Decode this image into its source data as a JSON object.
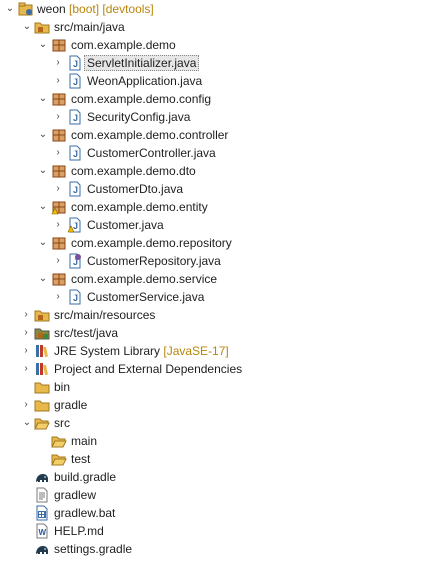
{
  "project": {
    "name": "weon",
    "decorations": "[boot] [devtools]"
  },
  "tree": {
    "src_main_java": "src/main/java",
    "pkg_demo": "com.example.demo",
    "file_servlet": "ServletInitializer.java",
    "file_weonapp": "WeonApplication.java",
    "pkg_config": "com.example.demo.config",
    "file_security": "SecurityConfig.java",
    "pkg_controller": "com.example.demo.controller",
    "file_controller": "CustomerController.java",
    "pkg_dto": "com.example.demo.dto",
    "file_dto": "CustomerDto.java",
    "pkg_entity": "com.example.demo.entity",
    "file_entity": "Customer.java",
    "pkg_repository": "com.example.demo.repository",
    "file_repository": "CustomerRepository.java",
    "pkg_service": "com.example.demo.service",
    "file_service": "CustomerService.java",
    "src_main_resources": "src/main/resources",
    "src_test_java": "src/test/java",
    "jre_label": "JRE System Library",
    "jre_decoration": "[JavaSE-17]",
    "deps": "Project and External Dependencies",
    "bin": "bin",
    "gradle": "gradle",
    "src": "src",
    "main": "main",
    "test": "test",
    "build_gradle": "build.gradle",
    "gradlew": "gradlew",
    "gradlew_bat": "gradlew.bat",
    "help_md": "HELP.md",
    "settings_gradle": "settings.gradle"
  },
  "colors": {
    "selection": "#e6e6e6",
    "decoration": "#b8860b",
    "folder": "#e8b84a",
    "package": "#b5651d",
    "java": "#3a6ea5",
    "gradle": "#1f3b4d"
  }
}
